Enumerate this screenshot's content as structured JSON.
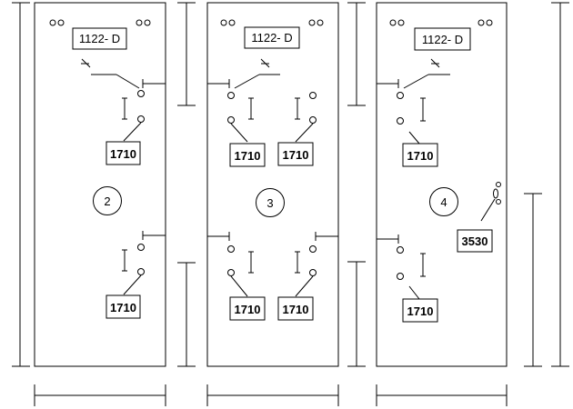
{
  "panels": [
    {
      "type_label": "1122- D",
      "number": "2",
      "upper_codes": [
        "1710"
      ],
      "lower_codes": [
        "1710"
      ]
    },
    {
      "type_label": "1122- D",
      "number": "3",
      "upper_codes": [
        "1710",
        "1710"
      ],
      "lower_codes": [
        "1710",
        "1710"
      ]
    },
    {
      "type_label": "1122- D",
      "number": "4",
      "upper_codes": [
        "1710"
      ],
      "lower_codes": [
        "1710"
      ],
      "side_code": "3530"
    }
  ]
}
